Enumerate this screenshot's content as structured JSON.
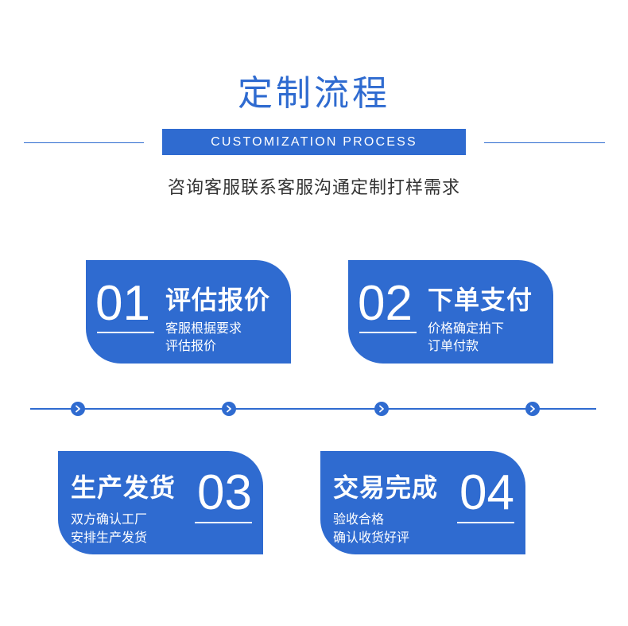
{
  "header": {
    "title": "定制流程",
    "subtitle": "CUSTOMIZATION PROCESS",
    "description": "咨询客服联系客服沟通定制打样需求"
  },
  "steps": [
    {
      "number": "01",
      "title": "评估报价",
      "line1": "客服根据要求",
      "line2": "评估报价"
    },
    {
      "number": "02",
      "title": "下单支付",
      "line1": "价格确定拍下",
      "line2": "订单付款"
    },
    {
      "number": "03",
      "title": "生产发货",
      "line1": "双方确认工厂",
      "line2": "安排生产发货"
    },
    {
      "number": "04",
      "title": "交易完成",
      "line1": "验收合格",
      "line2": "确认收货好评"
    }
  ],
  "timeline": {
    "node_icon": "chevron-right-icon",
    "node_count": 4
  },
  "colors": {
    "accent": "#2f6bd0",
    "text": "#333333",
    "background": "#ffffff"
  }
}
